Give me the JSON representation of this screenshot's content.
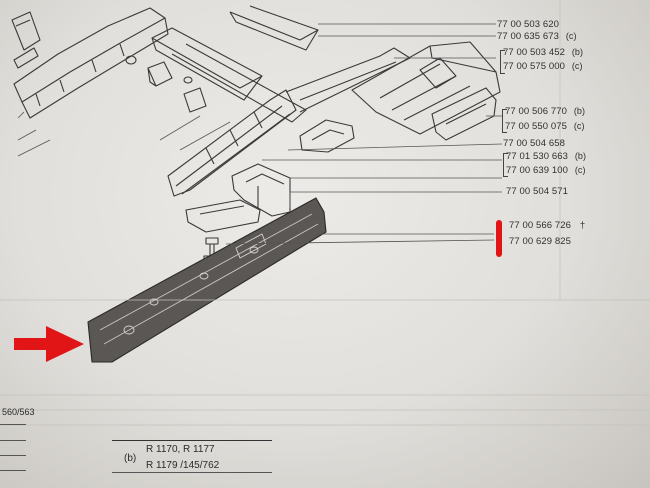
{
  "part_numbers": [
    {
      "code": "77 00 503 620",
      "variant": ""
    },
    {
      "code": "77 00 635 673",
      "variant": "(c)"
    },
    {
      "code": "77 00 503 452",
      "variant": "(b)"
    },
    {
      "code": "77 00 575 000",
      "variant": "(c)"
    },
    {
      "code": "77 00 506 770",
      "variant": "(b)"
    },
    {
      "code": "77 00 550 075",
      "variant": "(c)"
    },
    {
      "code": "77 00 504 658",
      "variant": ""
    },
    {
      "code": "77 01 530 663",
      "variant": "(b)"
    },
    {
      "code": "77 00 639 100",
      "variant": "(c)"
    },
    {
      "code": "77 00 504 571",
      "variant": ""
    },
    {
      "code": "77 00 566 726",
      "variant": "",
      "dagger": "†"
    },
    {
      "code": "77 00 629 825",
      "variant": ""
    }
  ],
  "footer": {
    "left_ref": "560/563",
    "marker": "(b)",
    "models_line1": "R 1170, R 1177",
    "models_line2": "R 1179  /145/762"
  },
  "colors": {
    "highlight": "#e11515",
    "ink": "#2e2e2e",
    "paper": "#e6e4e0"
  }
}
